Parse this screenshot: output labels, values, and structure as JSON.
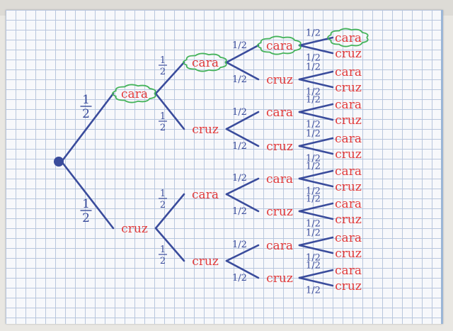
{
  "diagram": {
    "heads_label": "cara",
    "tails_label": "cruz",
    "prob_half_num": "1",
    "prob_half_den": "2",
    "prob_half": "1/2",
    "colors": {
      "branch": "#3a4c9c",
      "outcome_text": "#e23b3b",
      "highlight": "#44b35a",
      "root": "#3a4c9c"
    },
    "highlighted_path": [
      "cara",
      "cara",
      "cara",
      "cara"
    ]
  }
}
